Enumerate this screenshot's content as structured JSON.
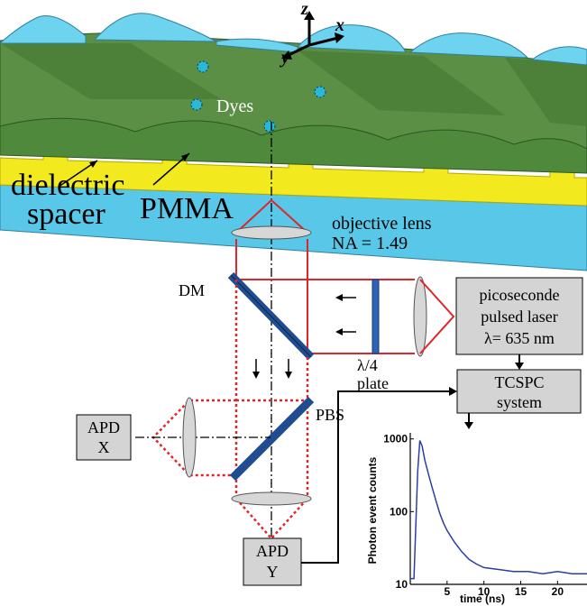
{
  "sample": {
    "dyes_label": "Dyes",
    "dielectric_label_line1": "dielectric",
    "dielectric_label_line2": "spacer",
    "pmma_label": "PMMA",
    "axes": {
      "z": "z",
      "x": "x",
      "y": "y"
    }
  },
  "optics": {
    "objective_line1": "objective lens",
    "objective_line2": "NA = 1.49",
    "dm_label": "DM",
    "pbs_label": "PBS",
    "waveplate_line1": "λ/4",
    "waveplate_line2": "plate"
  },
  "boxes": {
    "laser_line1": "picoseconde",
    "laser_line2": "pulsed laser",
    "laser_line3": "λ= 635 nm",
    "tcspc_line1": "TCSPC",
    "tcspc_line2": "system",
    "apdx_line1": "APD",
    "apdx_line2": "X",
    "apdy_line1": "APD",
    "apdy_line2": "Y"
  },
  "colors": {
    "substrate": "#58c7e8",
    "film": "#4f8a3c",
    "spacer": "#f2ea1e",
    "beam": "#e0262b",
    "optic_dark": "#1f4d8f",
    "box_fill": "#d4d4d4",
    "decay_curve": "#2b3fa0"
  },
  "chart_data": {
    "type": "line",
    "title": "",
    "xlabel": "time (ns)",
    "ylabel": "Photon event counts",
    "yscale": "log",
    "xlim": [
      0,
      24
    ],
    "ylim": [
      10,
      1000
    ],
    "xticks": [
      5,
      10,
      15,
      20
    ],
    "yticks": [
      10,
      100,
      1000
    ],
    "series": [
      {
        "x": [
          0,
          0.5,
          1.0,
          1.3,
          1.6,
          2.0,
          2.5,
          3.0,
          3.5,
          4.0,
          4.5,
          5.0,
          6.0,
          7.0,
          8.0,
          9.0,
          10.0,
          12.0,
          14.0,
          16.0,
          18.0,
          20.0,
          22.0,
          24.0
        ],
        "y": [
          12,
          12,
          350,
          950,
          800,
          500,
          320,
          210,
          140,
          95,
          70,
          55,
          38,
          28,
          22,
          19,
          17,
          16,
          15,
          15,
          14,
          15,
          14,
          14
        ]
      }
    ]
  }
}
